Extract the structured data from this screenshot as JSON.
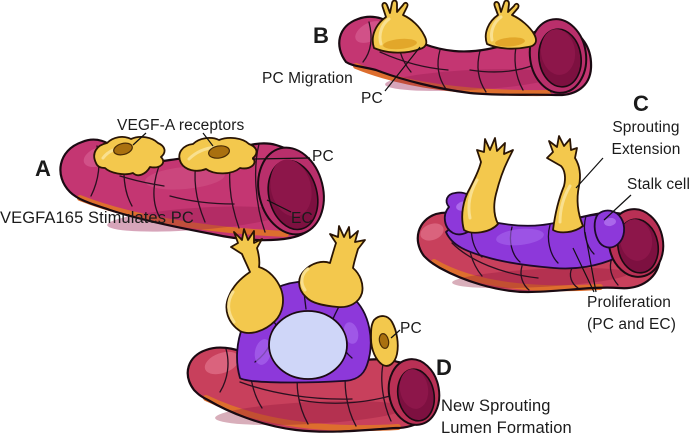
{
  "figure": {
    "background": "#ffffff",
    "panels": {
      "a": {
        "letter": "A",
        "caption": "VEGFA165 Stimulates PC",
        "labels": {
          "receptors": "VEGF-A receptors",
          "pc": "PC",
          "ec": "EC"
        }
      },
      "b": {
        "letter": "B",
        "labels": {
          "migration": "PC Migration",
          "pc": "PC"
        }
      },
      "c": {
        "letter": "C",
        "labels": {
          "sprouting": "Sprouting\nExtension",
          "stalk": "Stalk cell",
          "proliferation": "Proliferation\n(PC and EC)"
        }
      },
      "d": {
        "letter": "D",
        "caption": "New Sprouting\nLumen Formation",
        "labels": {
          "pc": "PC"
        }
      }
    },
    "palette": {
      "vessel_pink": "#c43672",
      "vessel_crimson": "#c8405c",
      "vessel_rim": "#b92f6b",
      "vessel_interior_dark": "#7d1040",
      "underside_orange": "#dd6e2e",
      "pericyte_yellow": "#f3c84d",
      "pericyte_nucleus": "#a9700f",
      "proliferating_purple": "#8d38da",
      "new_lumen_blue": "#cfd6f8",
      "outline": "#1a0a12",
      "text": "#1b1b1b"
    }
  }
}
